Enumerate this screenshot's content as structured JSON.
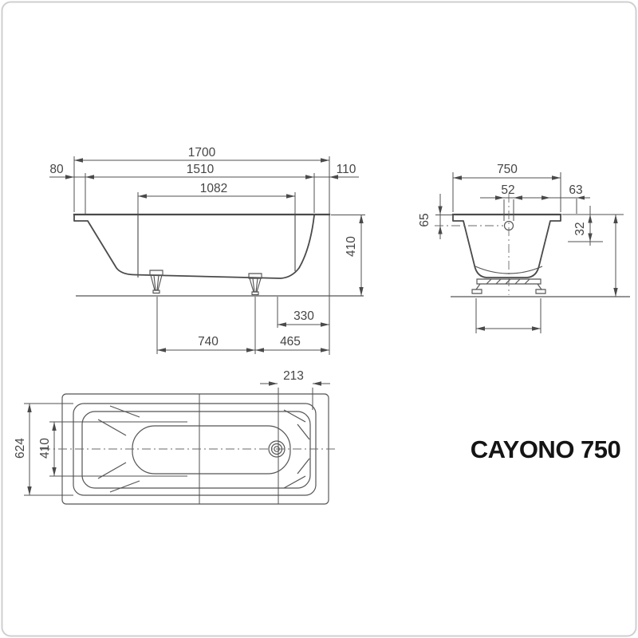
{
  "product": {
    "name": "CAYONO 750"
  },
  "dims": {
    "side": {
      "overall_length": "1700",
      "left_overhang": "80",
      "inner_length": "1510",
      "right_overhang": "110",
      "bottom_length": "1082",
      "height": "410",
      "end_clearance": "330",
      "feet_spacing": "740",
      "foot_to_end": "465"
    },
    "end": {
      "overall_width": "750",
      "overflow_diameter": "52",
      "rim_overhang": "63",
      "overflow_depth": "65",
      "rim_lip_height": "32"
    },
    "top": {
      "drain_offset": "213",
      "outer_width": "624",
      "inner_width": "410"
    }
  },
  "colors": {
    "line": "#4a4a4a",
    "dimension_text": "#454545",
    "title_text": "#141414",
    "background": "#ffffff",
    "card_border": "#cfcfcf"
  }
}
